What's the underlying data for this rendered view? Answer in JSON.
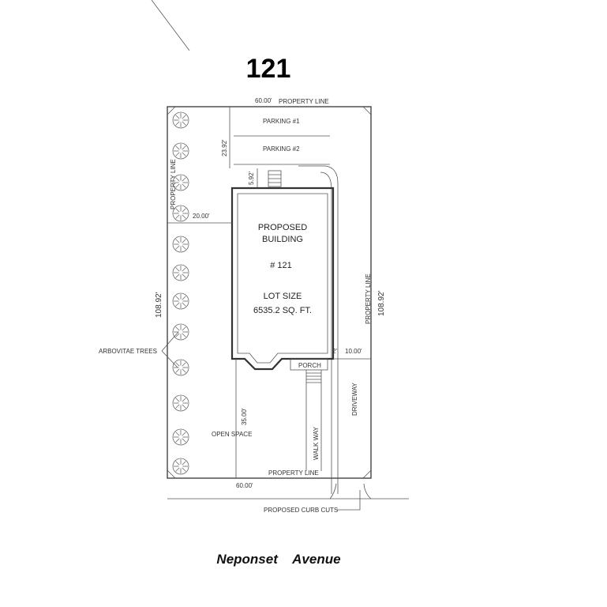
{
  "title": "121",
  "street": "Neponset    Avenue",
  "building": {
    "line1": "PROPOSED",
    "line2": "BUILDING",
    "number": "# 121",
    "lot_label": "LOT SIZE",
    "lot_value": "6535.2 SQ. FT."
  },
  "labels": {
    "property_line": "PROPERTY LINE",
    "parking1": "PARKING #1",
    "parking2": "PARKING #2",
    "porch": "PORCH",
    "walk_way": "WALK WAY",
    "driveway": "DRIVEWAY",
    "open_space": "OPEN SPACE",
    "arbovitae": "ARBOVITAE TREES",
    "curb_cuts": "PROPOSED CURB CUTS"
  },
  "dimensions": {
    "top_width": "60.00'",
    "bottom_width": "60.00'",
    "left_depth": "108.92'",
    "right_depth": "108.92'",
    "parking_depth": "23.92'",
    "rear_gap": "5.92'",
    "side_setback": "20.00'",
    "right_setback": "10.00'",
    "front_setback": "35.00'",
    "porch_gap": "2'"
  }
}
